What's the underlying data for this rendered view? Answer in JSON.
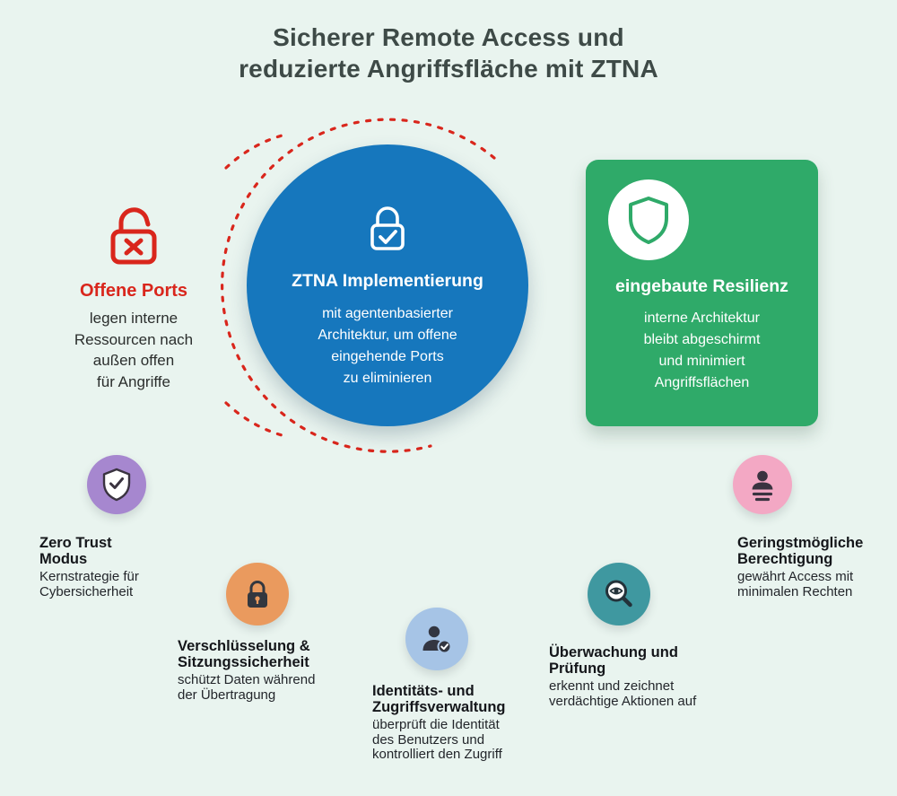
{
  "title": {
    "lines": [
      "Sicherer Remote Access und",
      "reduzierte Angriffsfläche mit ZTNA"
    ]
  },
  "open_ports": {
    "heading": "Offene Ports",
    "body": [
      "legen interne",
      "Ressourcen nach",
      "außen offen",
      "für Angriffe"
    ],
    "color": "#d9261c"
  },
  "ztna": {
    "heading": "ZTNA Implementierung",
    "body": [
      "mit agentenbasierter",
      "Architektur, um offene",
      "eingehende Ports",
      "zu eliminieren"
    ],
    "color": "#1677bd"
  },
  "resilience": {
    "heading": "eingebaute Resilienz",
    "body": [
      "interne Architektur",
      "bleibt abgeschirmt",
      "und minimiert",
      "Angriffsflächen"
    ],
    "color": "#2faa69"
  },
  "factors": [
    {
      "name": "zero-trust",
      "icon": "shield-check-icon",
      "color": "#a687cf",
      "heading": [
        "Zero Trust",
        "Modus"
      ],
      "body": [
        "Kernstrategie für",
        "Cybersicherheit"
      ]
    },
    {
      "name": "encryption-session-security",
      "icon": "padlock-icon",
      "color": "#ea9a5e",
      "heading": [
        "Verschlüsselung &",
        "Sitzungssicherheit"
      ],
      "body": [
        "schützt Daten während",
        "der Übertragung"
      ]
    },
    {
      "name": "identity-access-management",
      "icon": "user-check-icon",
      "color": "#a6c4e6",
      "heading": [
        "Identitäts- und",
        "Zugriffsverwaltung"
      ],
      "body": [
        "überprüft die Identität",
        "des Benutzers und",
        "kontrolliert den Zugriff"
      ]
    },
    {
      "name": "monitoring-audit",
      "icon": "magnifier-eye-icon",
      "color": "#3f98a0",
      "heading": [
        "Überwachung und",
        "Prüfung"
      ],
      "body": [
        "erkennt und zeichnet",
        "verdächtige Aktionen auf"
      ]
    },
    {
      "name": "least-privilege",
      "icon": "user-permissions-icon",
      "color": "#f3a8c4",
      "heading": [
        "Geringstmögliche",
        "Berechtigung"
      ],
      "body": [
        "gewährt Access mit",
        "minimalen Rechten"
      ]
    }
  ],
  "colors": {
    "background": "#e9f4ef",
    "title_text": "#3e4a47",
    "alert_red": "#d9261c",
    "body_text": "#23262b"
  }
}
